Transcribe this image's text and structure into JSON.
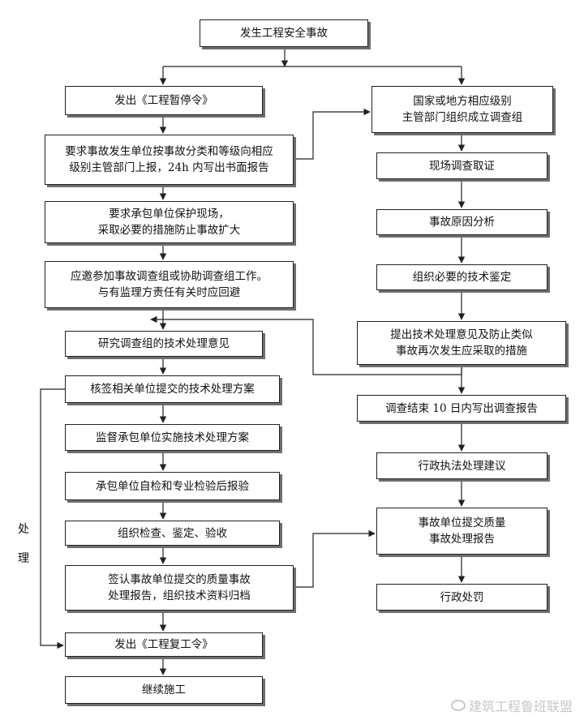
{
  "left_chain": {
    "start": "发生工程安全事故",
    "stop_order": "发出《工程暂停令》",
    "report": [
      "要求事故发生单位按事故分类和等级向相应",
      "级别主管部门上报，24h 内写出书面报告"
    ],
    "protect": [
      "要求承包单位保护现场，",
      "采取必要的措施防止事故扩大"
    ],
    "participate": [
      "应邀参加事故调查组或协助调查组工作。",
      "与有监理方责任有关时应回避"
    ],
    "study": "研究调查组的技术处理意见",
    "countersign": "核签相关单位提交的技术处理方案",
    "supervise": "监督承包单位实施技术处理方案",
    "self_check": "承包单位自检和专业检验后报验",
    "inspect": "组织检查、鉴定、验收",
    "sign_report": [
      "签认事故单位提交的质量事故",
      "处理报告，组织技术资料归档"
    ],
    "resume_order": "发出《工程复工令》",
    "continue": "继续施工"
  },
  "right_chain": {
    "team": [
      "国家或地方相应级别",
      "主管部门组织成立调查组"
    ],
    "evidence": "现场调查取证",
    "cause": "事故原因分析",
    "appraisal": "组织必要的技术鉴定",
    "measures": [
      "提出技术处理意见及防止类似",
      "事故再次发生应采取的措施"
    ],
    "investigation_report": "调查结束 10 日内写出调查报告",
    "admin_advice": "行政执法处理建议",
    "quality_report": [
      "事故单位提交质量",
      "事故处理报告"
    ],
    "penalty": "行政处罚"
  },
  "side_label": [
    "处",
    "理"
  ],
  "watermark": "建筑工程鲁班联盟",
  "colors": {
    "line": "#222222",
    "shadow": "#6e6e6e",
    "watermark": "#c9c9c9"
  }
}
